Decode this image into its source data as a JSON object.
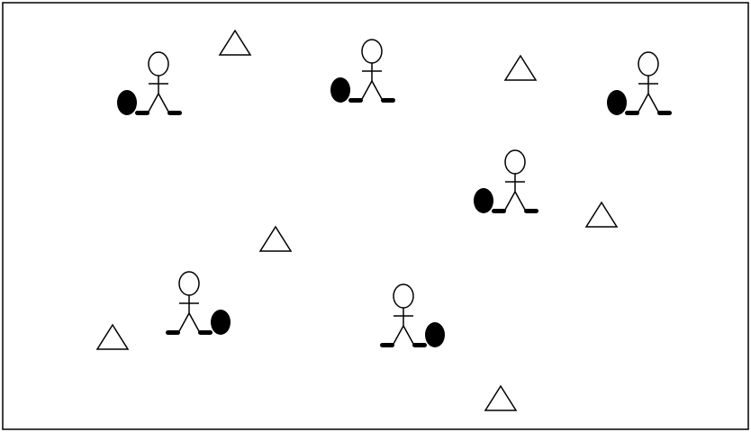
{
  "diagram": {
    "background": "#ffffff",
    "ink": "#000000",
    "figure_count": 6,
    "cone_count": 6,
    "ball_count": 6
  }
}
